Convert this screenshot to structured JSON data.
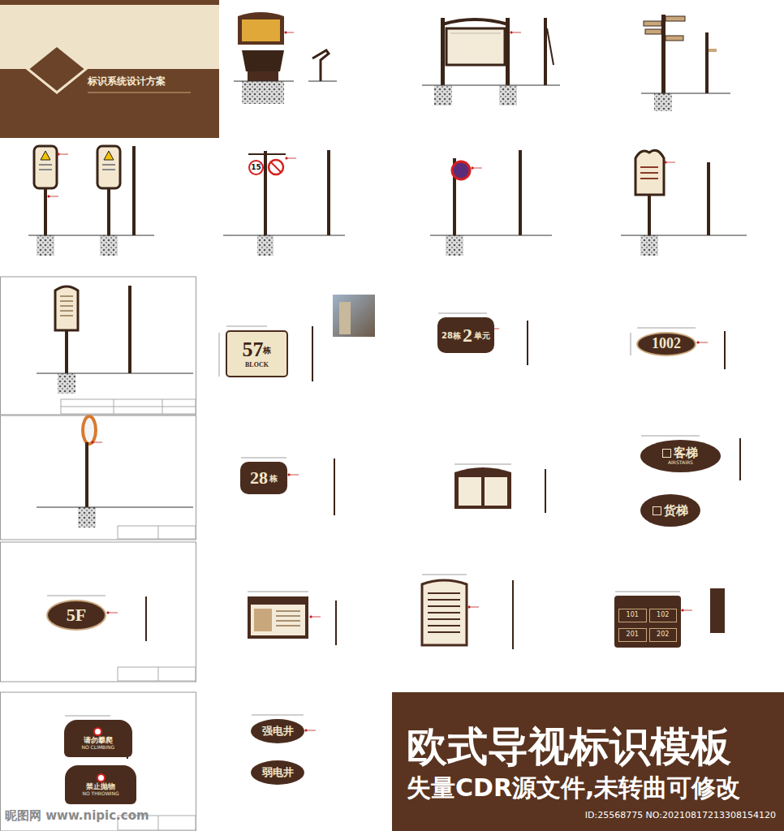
{
  "diagram": {
    "nodes": [
      {
        "text": [
          "标识系统设计方案"
        ]
      },
      {
        "text": [
          "15"
        ]
      },
      {
        "text": [
          "57",
          "栋",
          "BLOCK"
        ]
      },
      {
        "text": [
          "28栋",
          "2",
          "单元"
        ]
      },
      {
        "text": [
          "1002"
        ]
      },
      {
        "text": [
          "28",
          "栋"
        ]
      },
      {
        "text": [
          "客梯",
          "AIRSTAIRS"
        ]
      },
      {
        "text": [
          "货梯"
        ]
      },
      {
        "text": [
          "5F"
        ]
      },
      {
        "text": [
          "101",
          "102",
          "201",
          "202"
        ]
      },
      {
        "text": [
          "请勿攀爬",
          "NO CLIMBING"
        ]
      },
      {
        "text": [
          "禁止抛物",
          "NO THROWING"
        ]
      },
      {
        "text": [
          "强电井"
        ]
      },
      {
        "text": [
          "弱电井"
        ]
      },
      {
        "text": [
          "欧式导视标识模板",
          "失量CDR源文件,未转曲可修改",
          "ID:25568775 NO:20210817213308154120"
        ]
      }
    ],
    "labels": [
      "昵图网 www.nipic.com"
    ]
  }
}
